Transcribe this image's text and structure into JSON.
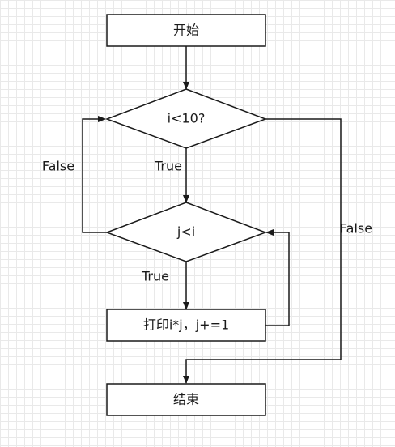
{
  "nodes": {
    "start": "开始",
    "cond_outer": "i<10?",
    "cond_inner": "j<i",
    "action": "打印i*j，j+=1",
    "end": "结束"
  },
  "edges": {
    "outer_true": "True",
    "outer_false": "False",
    "inner_true": "True",
    "inner_false": "False"
  }
}
